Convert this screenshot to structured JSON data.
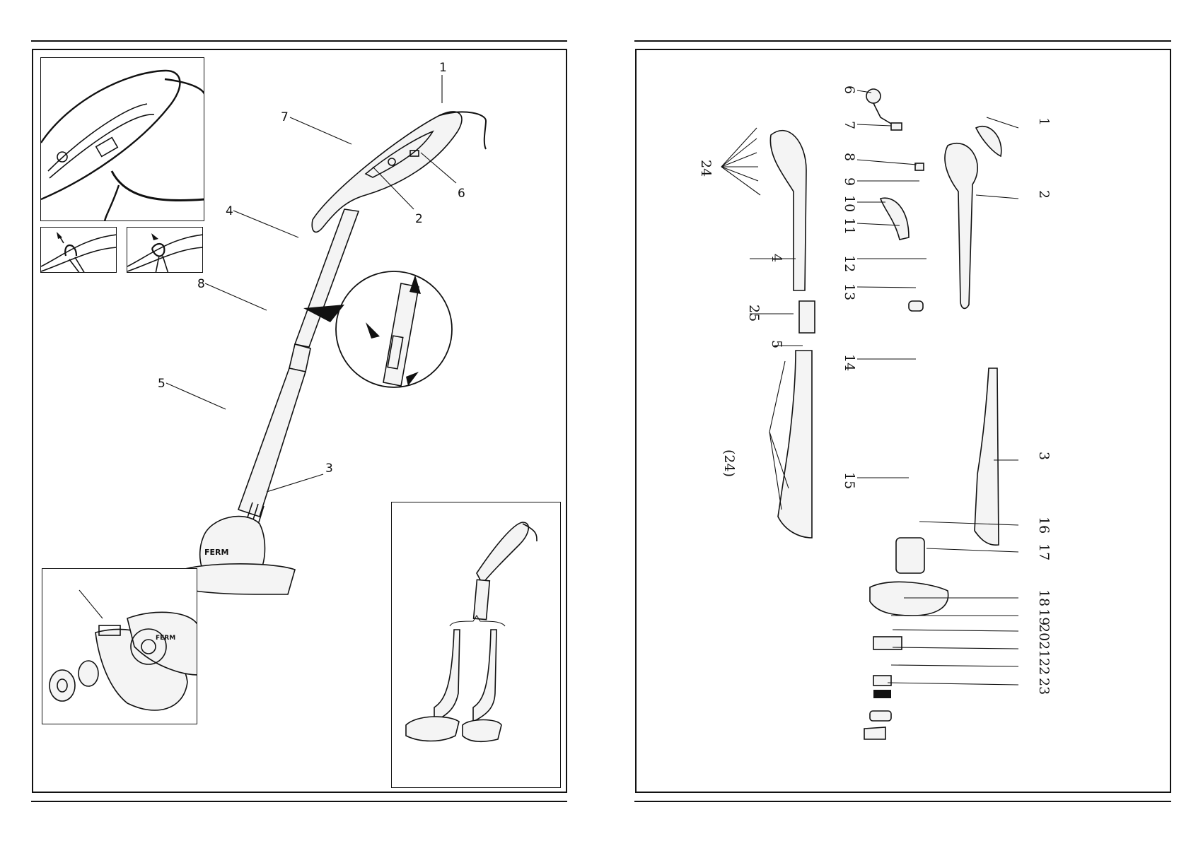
{
  "left_page": {
    "callouts": [
      {
        "label": "1",
        "id": "cable"
      },
      {
        "label": "7",
        "id": "handle"
      },
      {
        "label": "6",
        "id": "switch"
      },
      {
        "label": "2",
        "id": "safety-button"
      },
      {
        "label": "4",
        "id": "upper-tube"
      },
      {
        "label": "8",
        "id": "tube-joint"
      },
      {
        "label": "5",
        "id": "lower-housing"
      },
      {
        "label": "3",
        "id": "guard"
      }
    ],
    "brand_mark": "FERM"
  },
  "right_page": {
    "callouts": [
      "1",
      "2",
      "3",
      "4",
      "5",
      "6",
      "7",
      "8",
      "9",
      "10",
      "11",
      "12",
      "13",
      "14",
      "15",
      "16",
      "17",
      "18",
      "19",
      "2021",
      "22",
      "23",
      "24",
      "25",
      "(24)"
    ]
  }
}
